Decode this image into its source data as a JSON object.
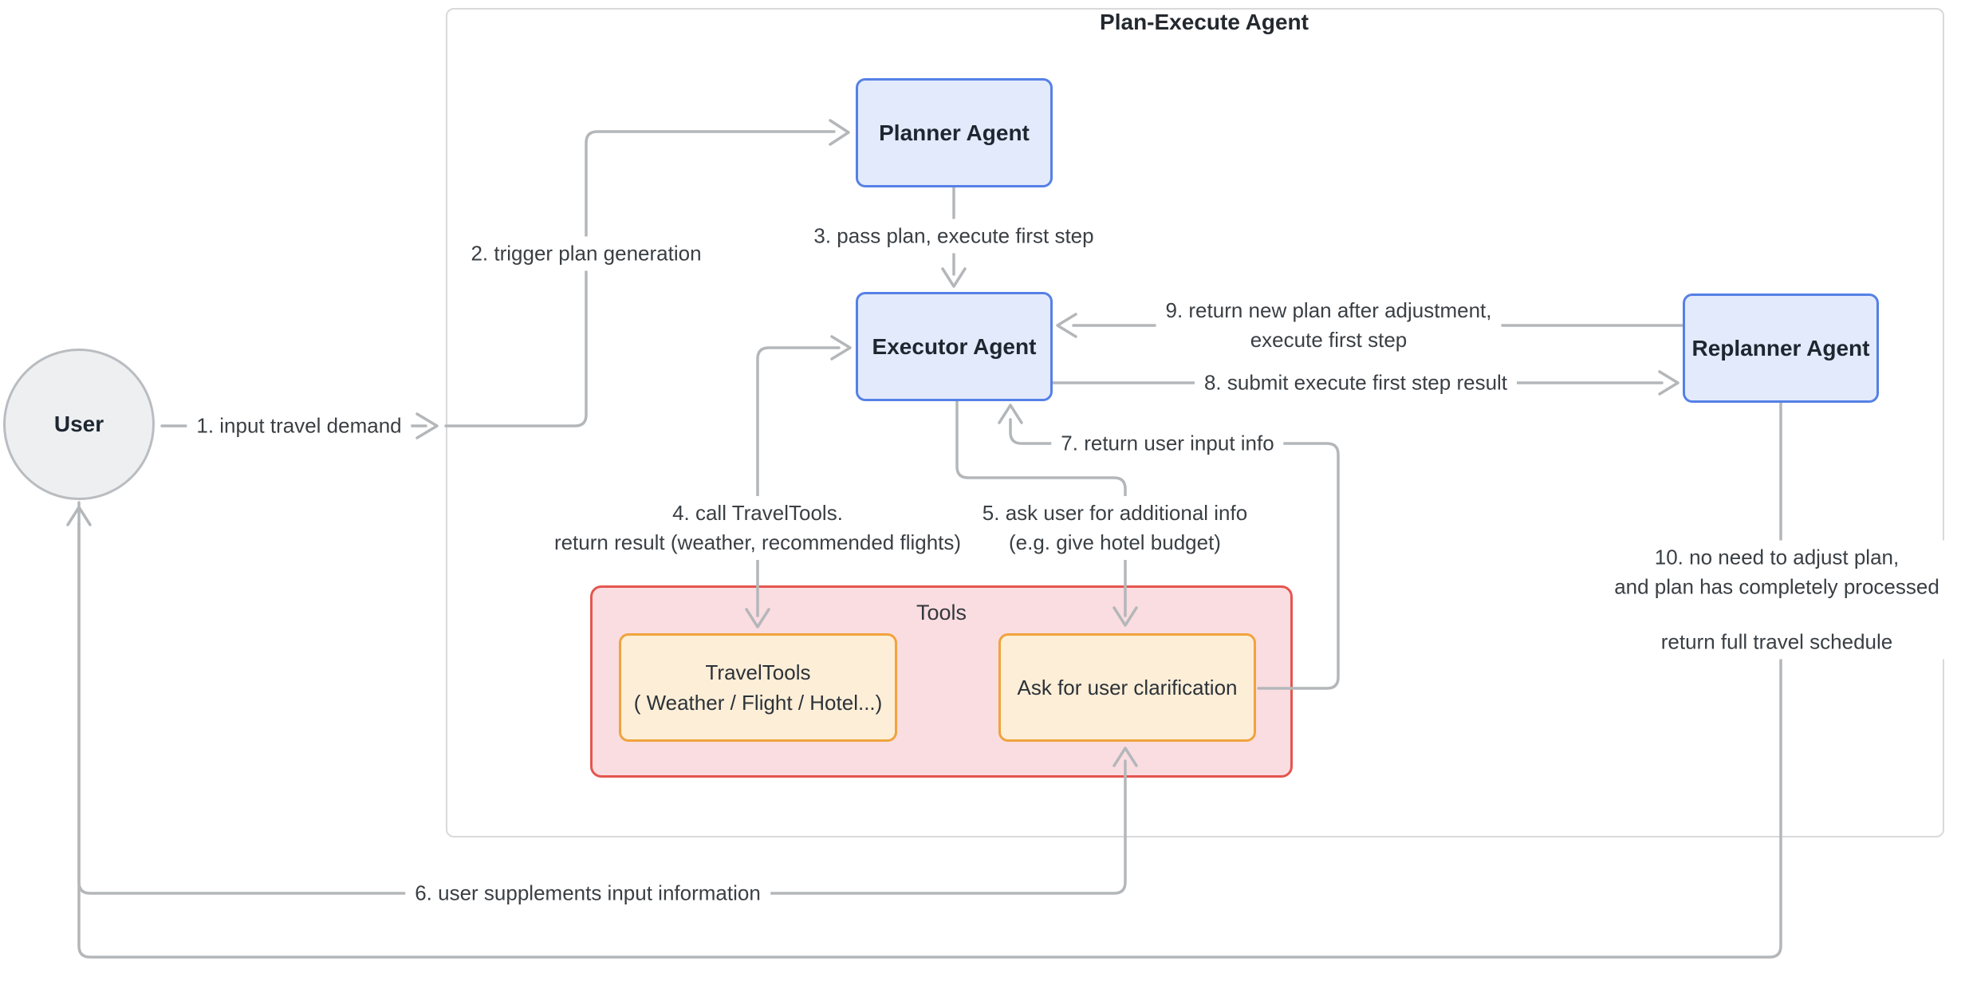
{
  "diagram_title": "Plan-Execute Agent",
  "nodes": {
    "user": {
      "label": "User"
    },
    "planner": {
      "label": "Planner Agent"
    },
    "executor": {
      "label": "Executor Agent"
    },
    "replanner": {
      "label": "Replanner Agent"
    },
    "tools_group": {
      "label": "Tools"
    },
    "travel_tools": {
      "line1": "TravelTools",
      "line2": "( Weather / Flight / Hotel...)"
    },
    "ask_clarification": {
      "label": "Ask for user clarification"
    }
  },
  "edge_labels": {
    "e1": "1. input travel demand",
    "e2": "2. trigger plan generation",
    "e3": "3. pass plan, execute first step",
    "e4_line1": "4. call TravelTools.",
    "e4_line2": "return result (weather, recommended flights)",
    "e5_line1": "5. ask user for additional info",
    "e5_line2": "(e.g. give hotel budget)",
    "e6": "6. user supplements input information",
    "e7": "7. return user input info",
    "e8": "8. submit execute first step result",
    "e9_line1": "9. return new plan after adjustment,",
    "e9_line2": "execute first step",
    "e10_line1": "10. no need to adjust plan,",
    "e10_line2": "and plan has completely processed",
    "e10_line3": "return full travel schedule"
  },
  "colors": {
    "edge_gray": "#b4b7ba",
    "agent_fill": "#e3eafc",
    "agent_border": "#5580e6",
    "user_fill": "#edeff1",
    "user_border": "#b9bdc1",
    "tools_group_fill": "#fadde1",
    "tools_group_border": "#e4564f",
    "tool_box_fill": "#fdeed8",
    "tool_box_border": "#f0a33c",
    "outer_container_border": "#d9d9d9",
    "edge_label_text": "#3a3f44",
    "node_text": "#1e2630"
  }
}
